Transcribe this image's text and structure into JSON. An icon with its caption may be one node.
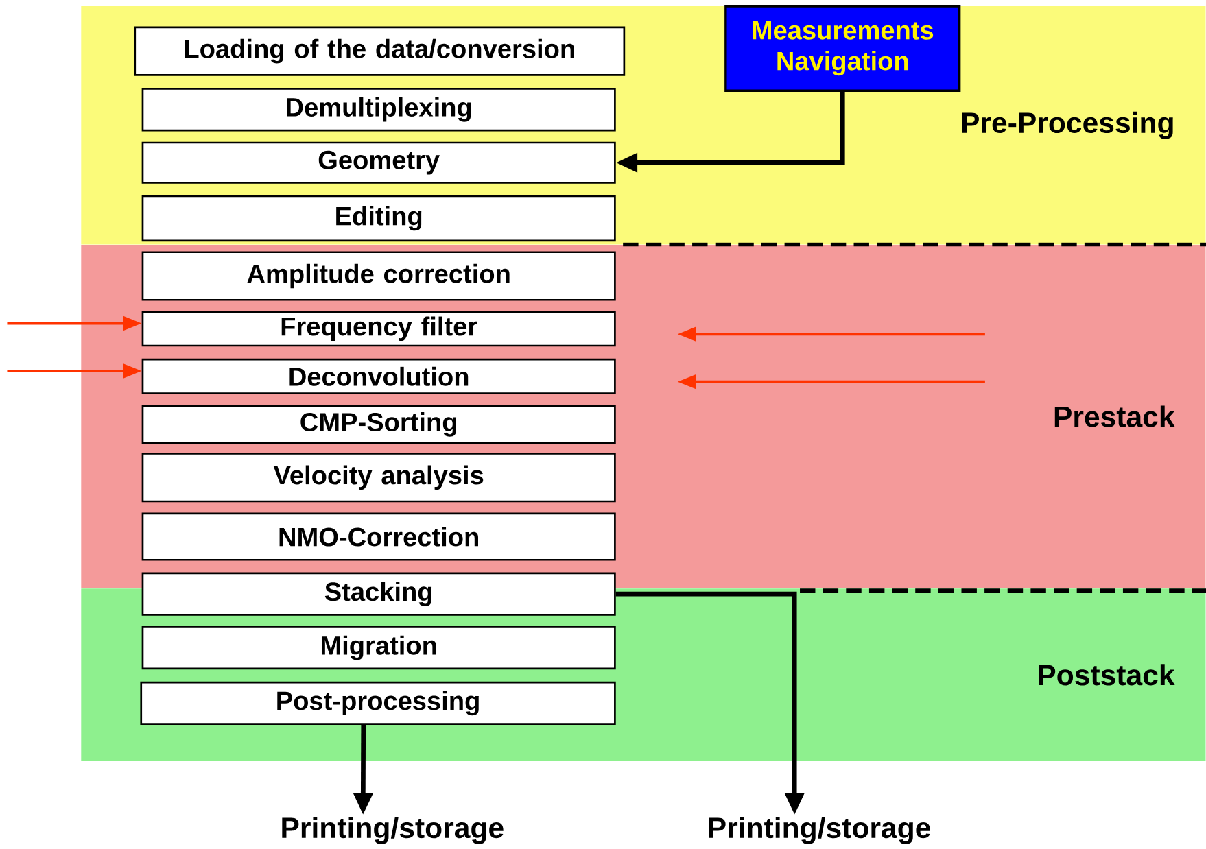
{
  "diagram": {
    "nodes": [
      {
        "text": [
          "Pre-Processing"
        ]
      },
      {
        "text": [
          "Loading of the data/conversion"
        ],
        "in": 0
      },
      {
        "text": [
          "Measurements Navigation"
        ],
        "in": 0
      },
      {
        "text": [
          "Demultiplexing"
        ],
        "in": 0
      },
      {
        "text": [
          "Geometry"
        ],
        "in": 0
      },
      {
        "text": [
          "Editing"
        ],
        "in": 0
      },
      {
        "text": [
          "Prestack"
        ]
      },
      {
        "text": [
          "Amplitude correction"
        ],
        "in": 6
      },
      {
        "text": [
          "Frequency filter"
        ],
        "in": 6
      },
      {
        "text": [
          "Deconvolution"
        ],
        "in": 6
      },
      {
        "text": [
          "CMP-Sorting"
        ],
        "in": 6
      },
      {
        "text": [
          "Velocity analysis"
        ],
        "in": 6
      },
      {
        "text": [
          "NMO-Correction"
        ],
        "in": 6
      },
      {
        "text": [
          "Stacking"
        ]
      },
      {
        "text": [
          "Poststack"
        ]
      },
      {
        "text": [
          "Migration"
        ],
        "in": 14
      },
      {
        "text": [
          "Post-processing"
        ],
        "in": 14
      },
      {
        "text": [
          "Printing/storage"
        ]
      },
      {
        "text": [
          "Printing/storage"
        ]
      }
    ],
    "edges": [
      {
        "from": 2,
        "to": 4,
        "arrow": "to",
        "color": "#000000"
      },
      {
        "from": null,
        "to": 8,
        "arrow": "to",
        "color": "#ff3300"
      },
      {
        "from": null,
        "to": 9,
        "arrow": "to",
        "color": "#ff3300"
      },
      {
        "from": null,
        "to": 8,
        "arrow": "to",
        "color": "#ff3300"
      },
      {
        "from": null,
        "to": 9,
        "arrow": "to",
        "color": "#ff3300"
      },
      {
        "from": 13,
        "to": 18,
        "arrow": "to",
        "color": "#000000"
      },
      {
        "from": 16,
        "to": 17,
        "arrow": "to",
        "color": "#000000"
      }
    ]
  }
}
